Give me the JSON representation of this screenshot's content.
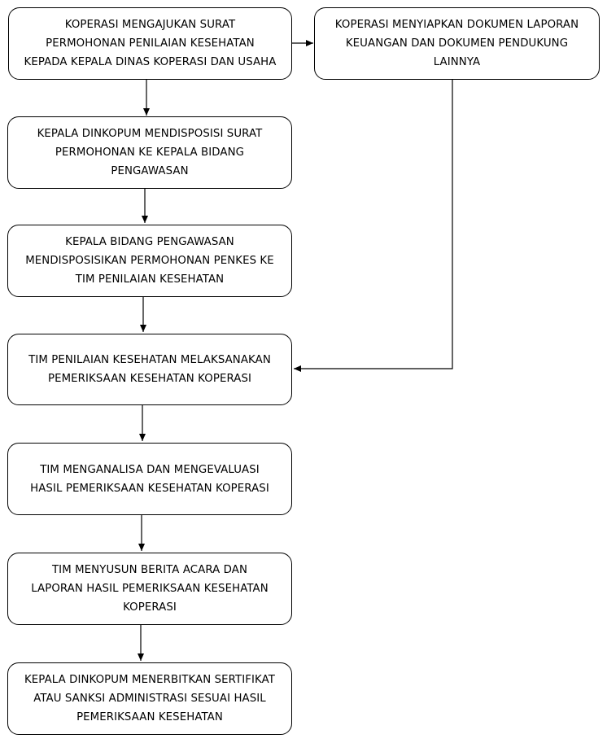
{
  "flowchart": {
    "steps": [
      {
        "id": "step-1",
        "text": "KOPERASI MENGAJUKAN SURAT\nPERMOHONAN PENILAIAN KESEHATAN\nKEPADA KEPALA DINAS KOPERASI DAN USAHA"
      },
      {
        "id": "step-side",
        "text": "KOPERASI MENYIAPKAN DOKUMEN LAPORAN\nKEUANGAN DAN DOKUMEN PENDUKUNG\nLAINNYA"
      },
      {
        "id": "step-2",
        "text": "KEPALA DINKOPUM MENDISPOSISI SURAT\nPERMOHONAN KE KEPALA BIDANG\nPENGAWASAN"
      },
      {
        "id": "step-3",
        "text": "KEPALA BIDANG PENGAWASAN\nMENDISPOSISIKAN PERMOHONAN PENKES KE\nTIM PENILAIAN KESEHATAN"
      },
      {
        "id": "step-4",
        "text": "TIM PENILAIAN KESEHATAN MELAKSANAKAN\nPEMERIKSAAN KESEHATAN KOPERASI"
      },
      {
        "id": "step-5",
        "text": "TIM MENGANALISA DAN MENGEVALUASI\nHASIL PEMERIKSAAN KESEHATAN KOPERASI"
      },
      {
        "id": "step-6",
        "text": "TIM MENYUSUN BERITA ACARA DAN\nLAPORAN HASIL PEMERIKSAAN KESEHATAN\nKOPERASI"
      },
      {
        "id": "step-7",
        "text": "KEPALA DINKOPUM MENERBITKAN SERTIFIKAT\nATAU SANKSI ADMINISTRASI SESUAI HASIL\nPEMERIKSAAN KESEHATAN"
      }
    ],
    "connections": [
      {
        "from": "step-1",
        "to": "step-side"
      },
      {
        "from": "step-1",
        "to": "step-2"
      },
      {
        "from": "step-2",
        "to": "step-3"
      },
      {
        "from": "step-3",
        "to": "step-4"
      },
      {
        "from": "step-side",
        "to": "step-4"
      },
      {
        "from": "step-4",
        "to": "step-5"
      },
      {
        "from": "step-5",
        "to": "step-6"
      },
      {
        "from": "step-6",
        "to": "step-7"
      }
    ],
    "line_color": "#000000",
    "box_fill": "#ffffff"
  }
}
